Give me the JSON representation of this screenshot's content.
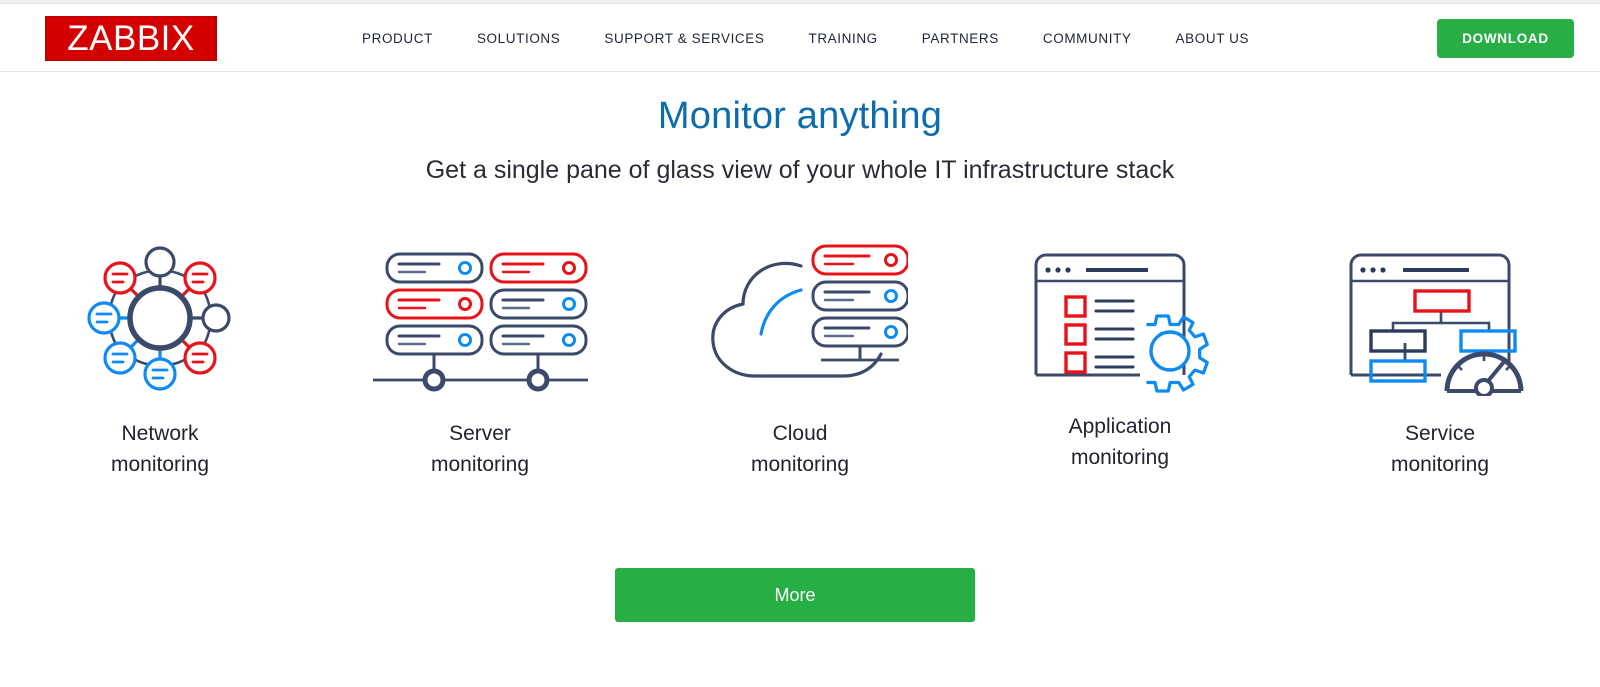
{
  "brand": {
    "logo_text": "ZABBIX",
    "logo_bg": "#d40000",
    "accent_green": "#27ae45",
    "title_blue": "#0d6cab",
    "icon_navy": "#3b4a6b",
    "icon_red": "#e8131a",
    "icon_blue": "#0d8bf2"
  },
  "nav": {
    "items": [
      {
        "label": "PRODUCT"
      },
      {
        "label": "SOLUTIONS"
      },
      {
        "label": "SUPPORT & SERVICES"
      },
      {
        "label": "TRAINING"
      },
      {
        "label": "PARTNERS"
      },
      {
        "label": "COMMUNITY"
      },
      {
        "label": "ABOUT US"
      }
    ],
    "download_label": "DOWNLOAD"
  },
  "hero": {
    "title": "Monitor anything",
    "subtitle": "Get a single pane of glass view of your whole IT infrastructure stack",
    "more_label": "More"
  },
  "features": [
    {
      "icon": "network-topology-icon",
      "caption": "Network\nmonitoring"
    },
    {
      "icon": "server-rack-icon",
      "caption": "Server\nmonitoring"
    },
    {
      "icon": "cloud-server-icon",
      "caption": "Cloud\nmonitoring"
    },
    {
      "icon": "application-gear-icon",
      "caption": "Application\nmonitoring"
    },
    {
      "icon": "service-gauge-icon",
      "caption": "Service\nmonitoring"
    }
  ]
}
